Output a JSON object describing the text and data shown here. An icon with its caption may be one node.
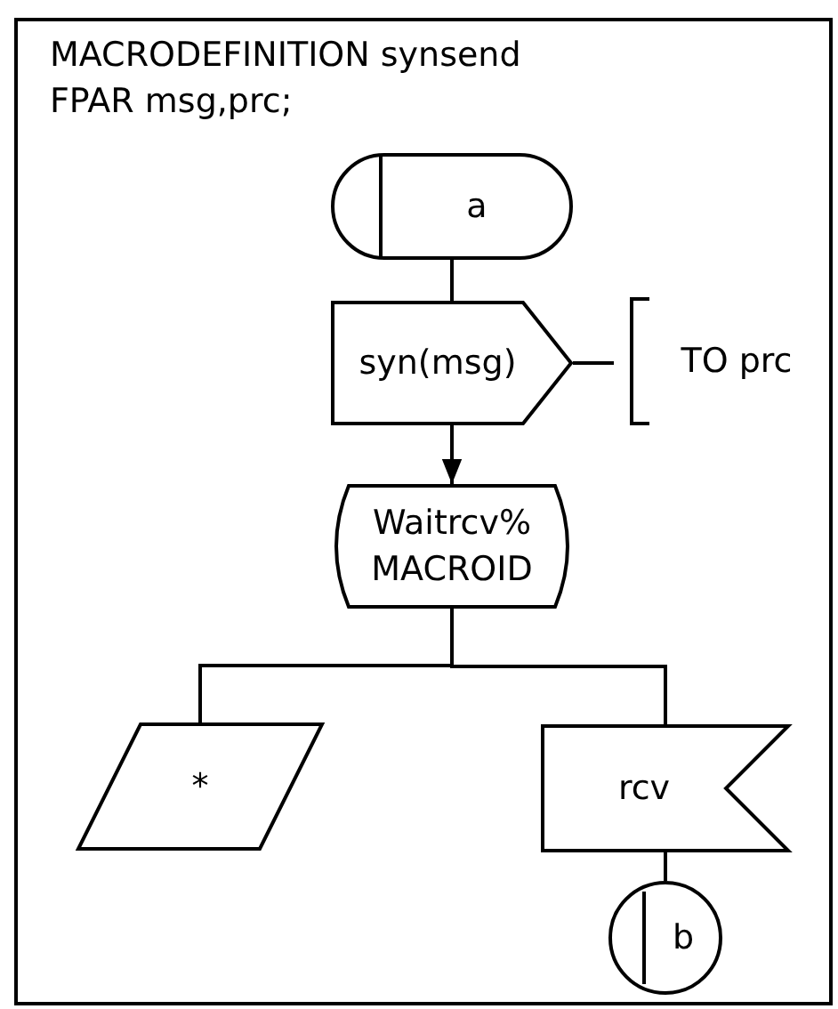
{
  "diagram": {
    "nodes": [
      {
        "text": [
          "MACRODEFINITION synsend FPAR msg,prc;"
        ]
      },
      {
        "text": [
          "a"
        ],
        "in": 0
      },
      {
        "text": [
          "syn(msg)"
        ],
        "in": 0
      },
      {
        "text": [
          "TO prc"
        ],
        "in": 0
      },
      {
        "text": [
          "Waitrcv% MACROID"
        ],
        "in": 0
      },
      {
        "text": [
          "*"
        ],
        "in": 0
      },
      {
        "text": [
          "rcv"
        ],
        "in": 0
      },
      {
        "text": [
          "b"
        ],
        "in": 0
      }
    ],
    "edges": [
      {
        "from": 1,
        "to": 2,
        "arrow": "none"
      },
      {
        "from": 2,
        "to": 3,
        "arrow": "none"
      },
      {
        "from": 2,
        "to": 4,
        "arrow": "to"
      },
      {
        "from": 4,
        "to": 5,
        "arrow": "none"
      },
      {
        "from": 4,
        "to": 6,
        "arrow": "none"
      },
      {
        "from": 6,
        "to": 7,
        "arrow": "none"
      }
    ]
  }
}
